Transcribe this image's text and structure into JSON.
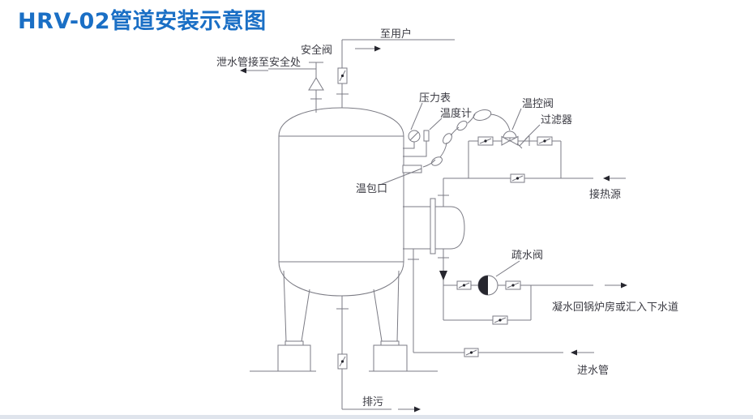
{
  "page": {
    "title": "HRV-02管道安装示意图",
    "title_color": "#1a6fc5"
  },
  "diagram": {
    "type": "piping-installation-schematic",
    "equipment": "HRV-02 semi-volume water heater tank with side heat-exchanger bundle",
    "labels": {
      "to_user": "至用户",
      "safety_valve": "安全阀",
      "drain_to_safe": "泄水管接至安全处",
      "pressure_gauge": "压力表",
      "thermometer": "温度计",
      "temp_control_valve": "温控阀",
      "filter": "过滤器",
      "temp_bulb_port": "温包口",
      "heat_source": "接热源",
      "steam_trap": "疏水阀",
      "condensate_out": "凝水回锅炉房或汇入下水道",
      "water_inlet": "进水管",
      "blowdown": "排污"
    },
    "colors": {
      "line": "#7b7b84",
      "text": "#3b3b43",
      "arrow_fill": "#26262e"
    }
  }
}
